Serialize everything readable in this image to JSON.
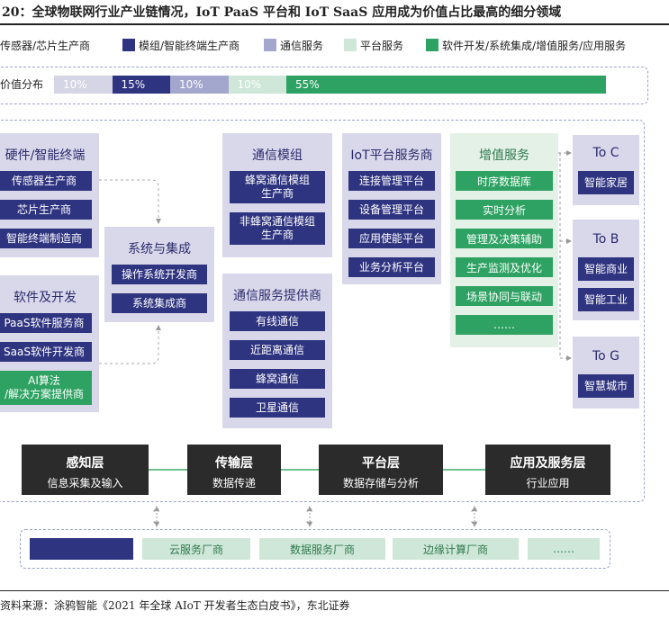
{
  "title": "20：全球物联网行业产业链情况，IoT PaaS 平台和 IoT SaaS 应用成为价值占比最高的细分领域",
  "legend": [
    {
      "label": "传感器/芯片生产商",
      "color": "#d6d5e6"
    },
    {
      "label": "模组/智能终端生产商",
      "color": "#2f3480"
    },
    {
      "label": "通信服务",
      "color": "#a3a6cd"
    },
    {
      "label": "平台服务",
      "color": "#cfe7d8"
    },
    {
      "label": "软件开发/系统集成/增值服务/应用服务",
      "color": "#2ea262"
    }
  ],
  "value_distribution": {
    "label": "价值分布",
    "segments": [
      {
        "text": "10%",
        "share": 10,
        "color": "#d6d5e6"
      },
      {
        "text": "15%",
        "share": 15,
        "color": "#2f3480"
      },
      {
        "text": "10%",
        "share": 10,
        "color": "#a3a6cd"
      },
      {
        "text": "10%",
        "share": 10,
        "color": "#cfe7d8"
      },
      {
        "text": "55%",
        "share": 55,
        "color": "#2ea262"
      }
    ]
  },
  "hardware": {
    "title": "硬件/智能终端",
    "items": [
      "传感器生产商",
      "芯片生产商",
      "智能终端制造商"
    ]
  },
  "software": {
    "title": "软件及开发",
    "items": [
      "PaaS软件服务商",
      "SaaS软件开发商",
      "AI算法\n/解决方案提供商"
    ]
  },
  "integration": {
    "title": "系统与集成",
    "items": [
      "操作系统开发商",
      "系统集成商"
    ]
  },
  "comm_module": {
    "title": "通信模组",
    "items": [
      "蜂窝通信模组\n生产商",
      "非蜂窝通信模组\n生产商"
    ]
  },
  "comm_service": {
    "title": "通信服务提供商",
    "items": [
      "有线通信",
      "近距离通信",
      "蜂窝通信",
      "卫星通信"
    ]
  },
  "iot_platform": {
    "title": "IoT平台服务商",
    "items": [
      "连接管理平台",
      "设备管理平台",
      "应用使能平台",
      "业务分析平台"
    ]
  },
  "value_added": {
    "title": "增值服务",
    "items": [
      "时序数据库",
      "实时分析",
      "管理及决策辅助",
      "生产监测及优化",
      "场景协同与联动",
      "……"
    ]
  },
  "to_c": {
    "title": "To C",
    "items": [
      "智能家居"
    ]
  },
  "to_b": {
    "title": "To B",
    "items": [
      "智能商业",
      "智能工业"
    ]
  },
  "to_g": {
    "title": "To G",
    "items": [
      "智慧城市"
    ]
  },
  "layers": [
    {
      "title": "感知层",
      "sub": "信息采集及输入"
    },
    {
      "title": "传输层",
      "sub": "数据传递"
    },
    {
      "title": "平台层",
      "sub": "数据存储与分析"
    },
    {
      "title": "应用及服务层",
      "sub": "行业应用"
    }
  ],
  "bottom": [
    "云服务厂商",
    "数据服务厂商",
    "边缘计算厂商",
    "……"
  ],
  "source": "资料来源：涂鸦智能《2021 年全球 AIoT 开发者生态白皮书》，东北证券"
}
